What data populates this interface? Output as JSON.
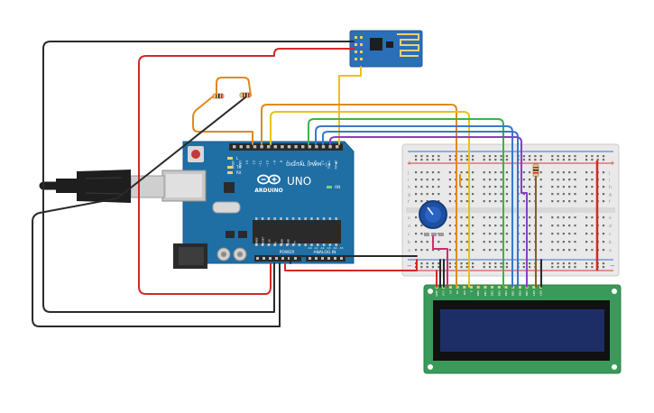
{
  "arduino": {
    "logo_text": "ARDUINO",
    "model_text": "UNO",
    "digital_label": "DIGITAL (PWM~)",
    "power_label": "POWER",
    "analog_label": "ANALOG IN",
    "on_label": "ON",
    "aref_label": "AREF",
    "gnd_label": "GND",
    "tx_label": "TX",
    "rx_label": "RX",
    "l_label": "L",
    "digital_pins": [
      "13",
      "12",
      "~11",
      "~10",
      "~9",
      "8",
      "7",
      "~6",
      "~5",
      "4",
      "~3",
      "2",
      "TX▶1",
      "RX◀0"
    ],
    "power_pins": [
      "IOREF",
      "RESET",
      "3.3V",
      "5V",
      "GND",
      "GND",
      "Vin"
    ],
    "analog_pins": [
      "A0",
      "A1",
      "A2",
      "A3",
      "A4",
      "A5"
    ]
  },
  "lcd": {
    "pin_labels": [
      "GND",
      "VCC",
      "V0",
      "RS",
      "RW",
      "E",
      "DB0",
      "DB1",
      "DB2",
      "DB3",
      "DB4",
      "DB5",
      "DB6",
      "DB7",
      "LED",
      "LED"
    ]
  },
  "breadboard": {
    "row_letters_left": [
      "j",
      "i",
      "h",
      "g",
      "f",
      "e",
      "d",
      "c",
      "b",
      "a"
    ],
    "plus_sign": "+",
    "minus_sign": "−"
  },
  "colors": {
    "arduino_board": "#1f6fa5",
    "lcd_board": "#3a9a5a",
    "lcd_screen": "#1d2e66",
    "wire_red": "#d32828",
    "wire_black": "#2a2a2a",
    "wire_orange": "#e08a1e",
    "wire_yellow": "#e8c21a",
    "wire_green": "#3cb34a",
    "wire_blue": "#3a78c8",
    "wire_purple": "#8a3fc0",
    "wire_brown": "#8a5a2a",
    "wire_pink": "#d6286e"
  }
}
